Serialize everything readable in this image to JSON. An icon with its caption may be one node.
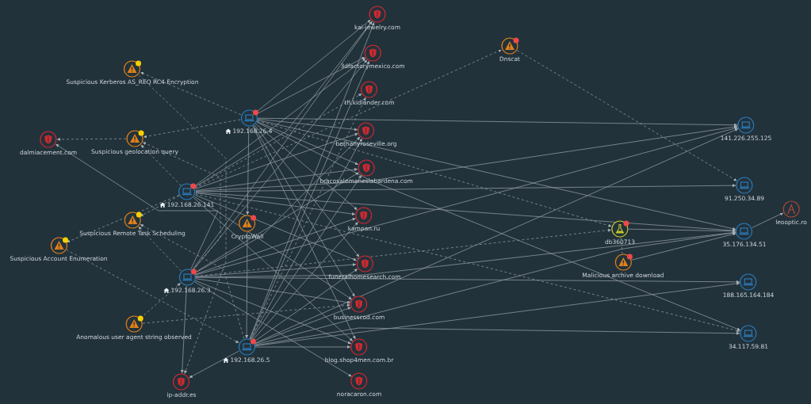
{
  "diagram": {
    "nodes": [
      {
        "text": [
          "kai-jewelry.com"
        ]
      },
      {
        "text": [
          "3dfactorymexico.com"
        ]
      },
      {
        "text": [
          "th.kidlander.com"
        ]
      },
      {
        "text": [
          "Suspicious Kerberos AS_REQ RC4 Encryption"
        ]
      },
      {
        "text": [
          "Dnscat"
        ]
      },
      {
        "text": [
          "192.168.26.4"
        ]
      },
      {
        "text": [
          "dalmiacement.com"
        ]
      },
      {
        "text": [
          "Suspicious geolocation query"
        ]
      },
      {
        "text": [
          "bethanyroseville.org"
        ]
      },
      {
        "text": [
          "141.226.255.125"
        ]
      },
      {
        "text": [
          "bracosalemaneslabardena.com"
        ]
      },
      {
        "text": [
          "192.168.26.141"
        ]
      },
      {
        "text": [
          "91.250.34.89"
        ]
      },
      {
        "text": [
          "CryptoWall"
        ]
      },
      {
        "text": [
          "kampan.ru"
        ]
      },
      {
        "text": [
          "Suspicious Remote Task Scheduling"
        ]
      },
      {
        "text": [
          "leooptic.ro"
        ]
      },
      {
        "text": [
          "db360713"
        ]
      },
      {
        "text": [
          "35.176.134.51"
        ]
      },
      {
        "text": [
          "Suspicious Account Enumeration"
        ]
      },
      {
        "text": [
          "funeralhomesearch.com"
        ]
      },
      {
        "text": [
          "Malicious archive download"
        ]
      },
      {
        "text": [
          "192.168.26.3"
        ]
      },
      {
        "text": [
          "188.165.164.184"
        ]
      },
      {
        "text": [
          "businesscod.com"
        ]
      },
      {
        "text": [
          "Anomalous user agent string observed"
        ]
      },
      {
        "text": [
          "34.117.59.81"
        ]
      },
      {
        "text": [
          "192.168.26.5"
        ]
      },
      {
        "text": [
          "blog.shop4men.com.br"
        ]
      },
      {
        "text": [
          "ip-addr.es"
        ]
      },
      {
        "text": [
          "noracaron.com"
        ]
      }
    ],
    "edges": [
      {
        "from": 5,
        "to": 0,
        "arrow": "to"
      },
      {
        "from": 5,
        "to": 1,
        "arrow": "to"
      },
      {
        "from": 5,
        "to": 8,
        "arrow": "to"
      },
      {
        "from": 5,
        "to": 10,
        "arrow": "to"
      },
      {
        "from": 5,
        "to": 14,
        "arrow": "to"
      },
      {
        "from": 5,
        "to": 20,
        "arrow": "to"
      },
      {
        "from": 5,
        "to": 24,
        "arrow": "to"
      },
      {
        "from": 5,
        "to": 28,
        "arrow": "to"
      },
      {
        "from": 5,
        "to": 9,
        "arrow": "to"
      },
      {
        "from": 5,
        "to": 18,
        "arrow": "to"
      },
      {
        "from": 5,
        "to": 13,
        "arrow": "to"
      },
      {
        "from": 5,
        "to": 26,
        "arrow": "to"
      },
      {
        "from": 11,
        "to": 0,
        "arrow": "to"
      },
      {
        "from": 11,
        "to": 1,
        "arrow": "to"
      },
      {
        "from": 11,
        "to": 8,
        "arrow": "to"
      },
      {
        "from": 11,
        "to": 10,
        "arrow": "to"
      },
      {
        "from": 11,
        "to": 14,
        "arrow": "to"
      },
      {
        "from": 11,
        "to": 20,
        "arrow": "to"
      },
      {
        "from": 11,
        "to": 24,
        "arrow": "to"
      },
      {
        "from": 11,
        "to": 28,
        "arrow": "to"
      },
      {
        "from": 11,
        "to": 9,
        "arrow": "to"
      },
      {
        "from": 11,
        "to": 12,
        "arrow": "to"
      },
      {
        "from": 11,
        "to": 18,
        "arrow": "to"
      },
      {
        "from": 22,
        "to": 0,
        "arrow": "to"
      },
      {
        "from": 22,
        "to": 1,
        "arrow": "to"
      },
      {
        "from": 22,
        "to": 8,
        "arrow": "to"
      },
      {
        "from": 22,
        "to": 10,
        "arrow": "to"
      },
      {
        "from": 22,
        "to": 14,
        "arrow": "to"
      },
      {
        "from": 22,
        "to": 20,
        "arrow": "to"
      },
      {
        "from": 22,
        "to": 24,
        "arrow": "to"
      },
      {
        "from": 22,
        "to": 28,
        "arrow": "to"
      },
      {
        "from": 22,
        "to": 30,
        "arrow": "to"
      },
      {
        "from": 22,
        "to": 29,
        "arrow": "to"
      },
      {
        "from": 22,
        "to": 9,
        "arrow": "to"
      },
      {
        "from": 22,
        "to": 18,
        "arrow": "to"
      },
      {
        "from": 22,
        "to": 23,
        "arrow": "to"
      },
      {
        "from": 22,
        "to": 6,
        "arrow": "to"
      },
      {
        "from": 27,
        "to": 0,
        "arrow": "to"
      },
      {
        "from": 27,
        "to": 1,
        "arrow": "to"
      },
      {
        "from": 27,
        "to": 8,
        "arrow": "to"
      },
      {
        "from": 27,
        "to": 10,
        "arrow": "to"
      },
      {
        "from": 27,
        "to": 14,
        "arrow": "to"
      },
      {
        "from": 27,
        "to": 20,
        "arrow": "to"
      },
      {
        "from": 27,
        "to": 24,
        "arrow": "to"
      },
      {
        "from": 27,
        "to": 28,
        "arrow": "to"
      },
      {
        "from": 27,
        "to": 9,
        "arrow": "to"
      },
      {
        "from": 27,
        "to": 18,
        "arrow": "to"
      },
      {
        "from": 27,
        "to": 23,
        "arrow": "to"
      },
      {
        "from": 27,
        "to": 26,
        "arrow": "to"
      },
      {
        "from": 27,
        "to": 29,
        "arrow": "to"
      },
      {
        "from": 13,
        "to": 27,
        "arrow": "to"
      },
      {
        "from": 17,
        "to": 18,
        "arrow": "to"
      },
      {
        "from": 18,
        "to": 16,
        "arrow": "to"
      },
      {
        "from": 21,
        "to": 18,
        "arrow": "to"
      },
      {
        "from": 5,
        "to": 3,
        "arrow": "to",
        "style": "dashed"
      },
      {
        "from": 5,
        "to": 7,
        "arrow": "to",
        "style": "dashed"
      },
      {
        "from": 11,
        "to": 7,
        "arrow": "to",
        "style": "dashed"
      },
      {
        "from": 22,
        "to": 7,
        "arrow": "to",
        "style": "dashed"
      },
      {
        "from": 7,
        "to": 6,
        "arrow": "to",
        "style": "dashed"
      },
      {
        "from": 11,
        "to": 15,
        "arrow": "to",
        "style": "dashed"
      },
      {
        "from": 22,
        "to": 15,
        "arrow": "to",
        "style": "dashed"
      },
      {
        "from": 27,
        "to": 15,
        "arrow": "to",
        "style": "dashed"
      },
      {
        "from": 11,
        "to": 19,
        "arrow": "to",
        "style": "dashed"
      },
      {
        "from": 19,
        "to": 27,
        "arrow": "to",
        "style": "dashed"
      },
      {
        "from": 25,
        "to": 22,
        "arrow": "to",
        "style": "dashed"
      },
      {
        "from": 25,
        "to": 24,
        "arrow": "to",
        "style": "dashed"
      },
      {
        "from": 11,
        "to": 2,
        "arrow": "to",
        "style": "dashed"
      },
      {
        "from": 27,
        "to": 2,
        "arrow": "to",
        "style": "dashed"
      },
      {
        "from": 11,
        "to": 4,
        "arrow": "to",
        "style": "dashed"
      },
      {
        "from": 4,
        "to": 12,
        "arrow": "to",
        "style": "dashed"
      },
      {
        "from": 5,
        "to": 17,
        "arrow": "to",
        "style": "dashed"
      },
      {
        "from": 22,
        "to": 17,
        "arrow": "to",
        "style": "dashed"
      },
      {
        "from": 17,
        "to": 21,
        "arrow": "none",
        "style": "dashed"
      },
      {
        "from": 11,
        "to": 26,
        "arrow": "to",
        "style": "dashed"
      },
      {
        "from": 3,
        "to": 29,
        "arrow": "to",
        "style": "dashed"
      }
    ]
  }
}
